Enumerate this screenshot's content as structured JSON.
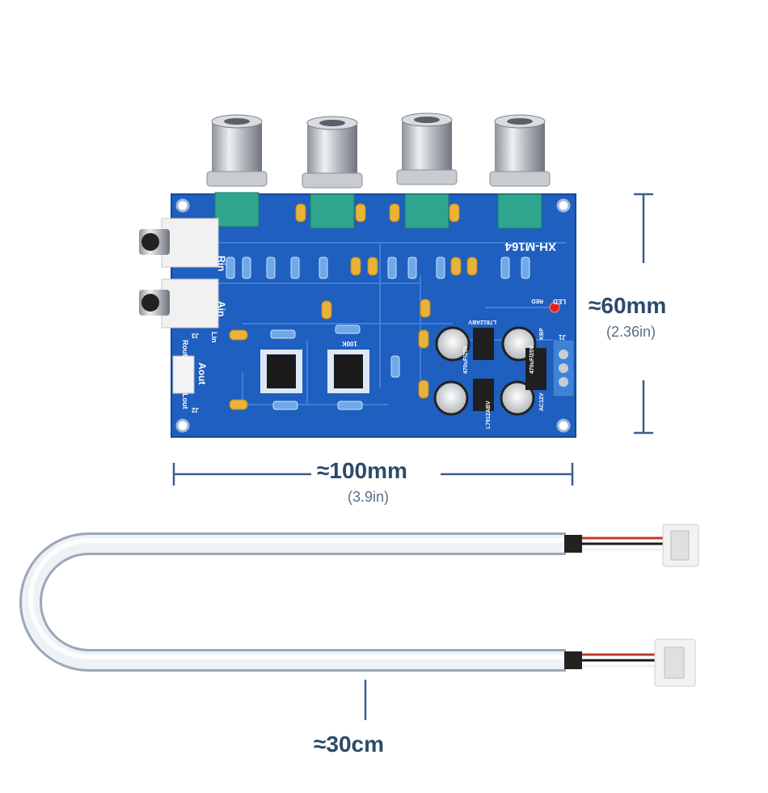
{
  "dimensions": {
    "height_label": "≈60mm",
    "height_sub": "(2.36in)",
    "width_label": "≈100mm",
    "width_sub": "(3.9in)",
    "cable_label": "≈30cm"
  },
  "board": {
    "model": "XH-M164",
    "silk_left_top": "Rin",
    "silk_left_mid": "Ain",
    "silk_left_lin": "Lin",
    "silk_rout": "Rout",
    "silk_aout": "Aout",
    "silk_lout": "Lout",
    "silk_j3": "J3",
    "silk_j2": "J2",
    "silk_j1": "J1",
    "silk_led": "LED",
    "silk_red": "RED",
    "silk_100k": "100K",
    "silk_cap": "470uF/25V",
    "silk_reg1": "L7812ABV",
    "silk_reg2": "L7912ABV",
    "silk_kbp": "KBP",
    "silk_ac": "AC12V"
  },
  "colors": {
    "pcb": "#1f5fbf",
    "dim_line": "#3a5f8a",
    "cable": "#e9eef4"
  }
}
